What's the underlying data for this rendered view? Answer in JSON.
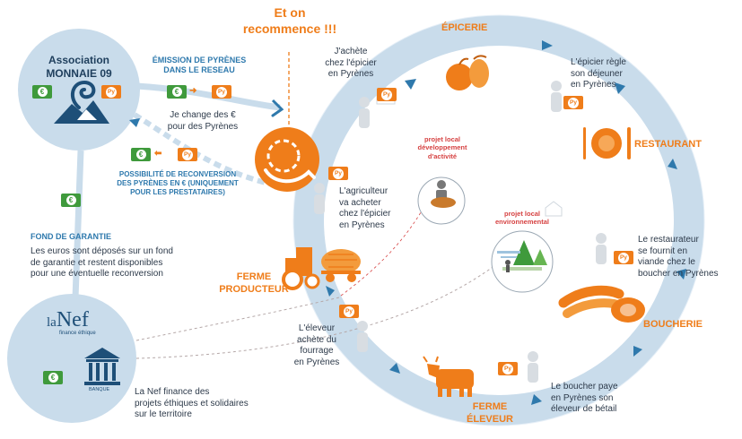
{
  "headline": {
    "line1": "Et on",
    "line2": "recommence !!!"
  },
  "association": {
    "line1": "Association",
    "line2": "MONNAIE 09"
  },
  "emission": {
    "line1": "ÉMISSION DE PYRÈNES",
    "line2": "DANS LE RESEAU"
  },
  "exchange_text": {
    "line1": "Je change des €",
    "line2": "pour des Pyrènes"
  },
  "reconversion": {
    "line1": "POSSIBILITÉ DE RECONVERSION",
    "line2": "DES PYRÈNES EN € (UNIQUEMENT",
    "line3": "POUR LES PRESTATAIRES)"
  },
  "fund": {
    "title": "FOND DE GARANTIE",
    "line1": "Les euros sont déposés sur un fond",
    "line2": "de garantie et restent disponibles",
    "line3": "pour une éventuelle reconversion"
  },
  "nef": {
    "brand_la": "la",
    "brand_nef": "Nef",
    "tagline": "finance éthique",
    "bank": "BANQUE",
    "line1": "La Nef finance des",
    "line2": "projets éthiques et solidaires",
    "line3": "sur le territoire"
  },
  "stations": {
    "epicerie": "ÉPICERIE",
    "restaurant": "RESTAURANT",
    "boucherie": "BOUCHERIE",
    "eleveur": {
      "line1": "FERME",
      "line2": "ÉLEVEUR"
    },
    "producteur": {
      "line1": "FERME",
      "line2": "PRODUCTEUR"
    }
  },
  "captions": {
    "achete": {
      "line1": "J'achète",
      "line2": "chez l'épicier",
      "line3": "en Pyrènes"
    },
    "epicier": {
      "line1": "L'épicier règle",
      "line2": "son déjeuner",
      "line3": "en Pyrènes"
    },
    "restaurateur": {
      "line1": "Le restaurateur",
      "line2": "se fournit en",
      "line3": "viande chez le",
      "line4": "boucher en Pyrènes"
    },
    "boucher": {
      "line1": "Le boucher paye",
      "line2": "en Pyrènes son",
      "line3": "éleveur de bétail"
    },
    "eleveur": {
      "line1": "L'éleveur",
      "line2": "achète du",
      "line3": "fourrage",
      "line4": "en Pyrènes"
    },
    "agriculteur": {
      "line1": "L'agriculteur",
      "line2": "va acheter",
      "line3": "chez l'épicier",
      "line4": "en Pyrènes"
    }
  },
  "projects": {
    "activite": {
      "line1": "projet local",
      "line2": "développement",
      "line3": "d'activité"
    },
    "environnement": {
      "line1": "projet local",
      "line2": "environnemental"
    }
  },
  "tokens": {
    "euro": "€",
    "pyrene": "Py"
  },
  "colors": {
    "orange": "#ef7d1a",
    "green": "#3f9a3c",
    "ring": "#c9dceb",
    "dark_blue": "#1e4f78",
    "text_blue": "#2e79ad",
    "red": "#d64242"
  },
  "icons": [
    "orange-hands-icon",
    "house-icon",
    "apple-pear-icon",
    "plate-fork-knife-icon",
    "sausages-icon",
    "cow-icon",
    "tractor-icon",
    "hay-cart-icon",
    "bank-icon",
    "spiral-logo-icon",
    "tree-icon",
    "loaf-icon",
    "person-icon"
  ]
}
